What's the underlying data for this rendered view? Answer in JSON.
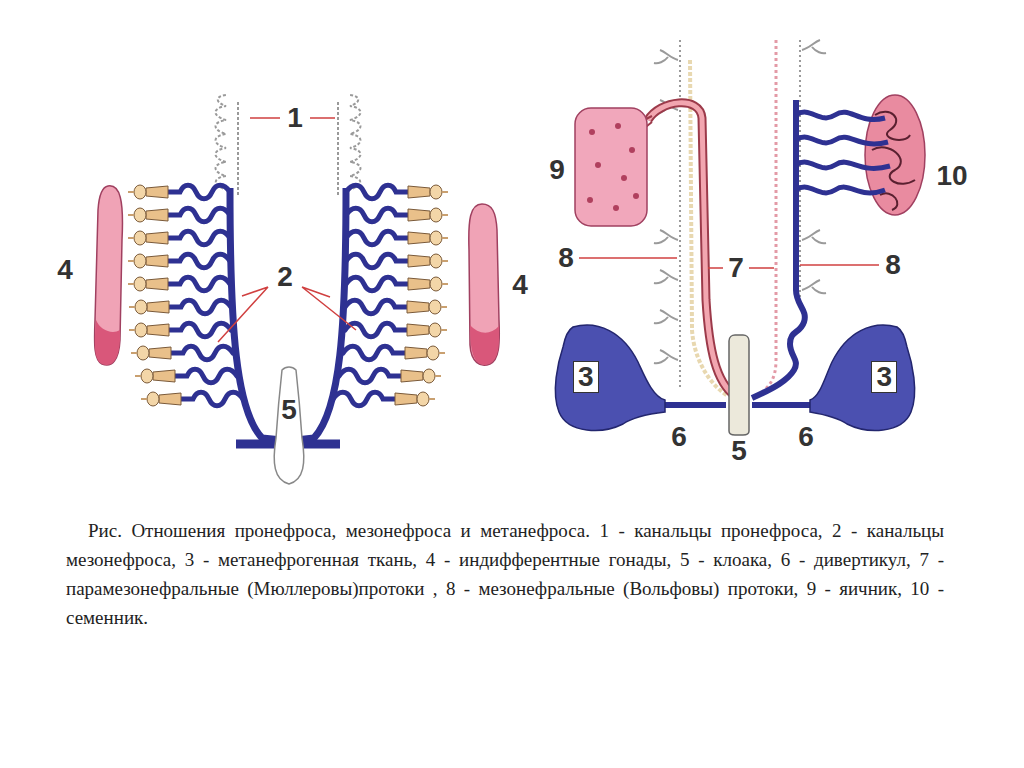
{
  "diagram": {
    "caption": "Рис. Отношения пронефроса, мезонефроса и метанефроса. 1 - канальцы пронефроса, 2 - канальцы мезонефроса, 3 - метанефрогенная ткань, 4 - индифферентные гонады, 5 - клоака, 6 - дивертикул, 7 - парамезонефральные (Мюллеровы)протоки , 8 - мезонефральные (Вольфовы) протоки, 9  - яичник, 10 - семенник.",
    "nodes": [
      {
        "text": [
          "5"
        ]
      },
      {
        "text": [
          "3"
        ]
      },
      {
        "text": [
          "5"
        ]
      },
      {
        "text": [
          "3"
        ]
      }
    ],
    "edges": [
      {
        "from": 2,
        "to": 1,
        "arrow": "none"
      },
      {
        "from": 2,
        "to": 3,
        "arrow": "none"
      }
    ],
    "labels": [
      "1",
      "2",
      "4",
      "4",
      "9",
      "8",
      "7",
      "8",
      "10",
      "6",
      "6"
    ]
  }
}
